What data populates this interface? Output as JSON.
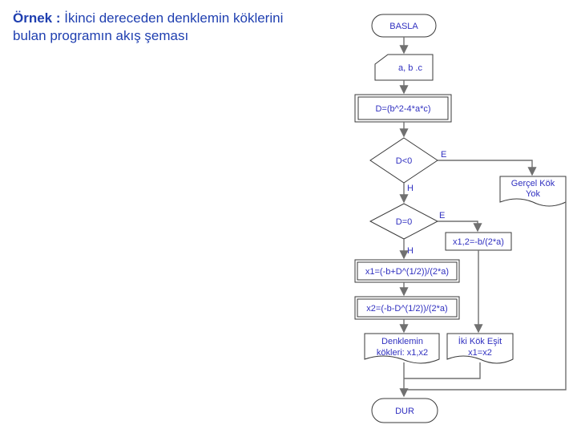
{
  "heading": {
    "prefix": "Örnek :",
    "line1_rest": " İkinci dereceden denklemin köklerini",
    "line2": "bulan programın akış şeması"
  },
  "flowchart": {
    "start": "BASLA",
    "input": "a, b .c",
    "discriminant": "D=(b^2-4*a*c)",
    "decision1": "D<0",
    "decision1_yes": "E",
    "decision1_no": "H",
    "no_real_root_line1": "Gerçel Kök",
    "no_real_root_line2": "Yok",
    "decision2": "D=0",
    "decision2_yes": "E",
    "decision2_no": "H",
    "double_root_calc": "x1,2=-b/(2*a)",
    "x1_calc": "x1=(-b+D^(1/2))/(2*a)",
    "x2_calc": "x2=(-b-D^(1/2))/(2*a)",
    "roots_out_line1": "Denklemin",
    "roots_out_line2": "kökleri: x1,x2",
    "equal_out_line1": "İki Kök Eşit",
    "equal_out_line2": "x1=x2",
    "end": "DUR"
  }
}
